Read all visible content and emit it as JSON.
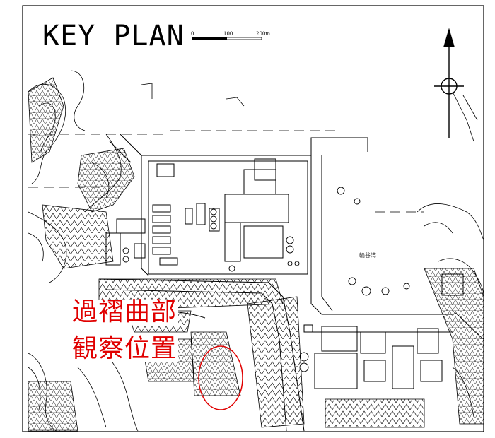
{
  "map": {
    "title": "KEY PLAN",
    "scale_bar": {
      "labels": [
        "0",
        "100",
        "200m"
      ]
    },
    "marker_label": [
      "過褶曲部",
      "観察位置"
    ],
    "bay_label": "輪谷湾",
    "north_arrow": "north-arrow-icon",
    "colors": {
      "line": "#000000",
      "marker": "#e00000",
      "background": "#ffffff"
    }
  }
}
